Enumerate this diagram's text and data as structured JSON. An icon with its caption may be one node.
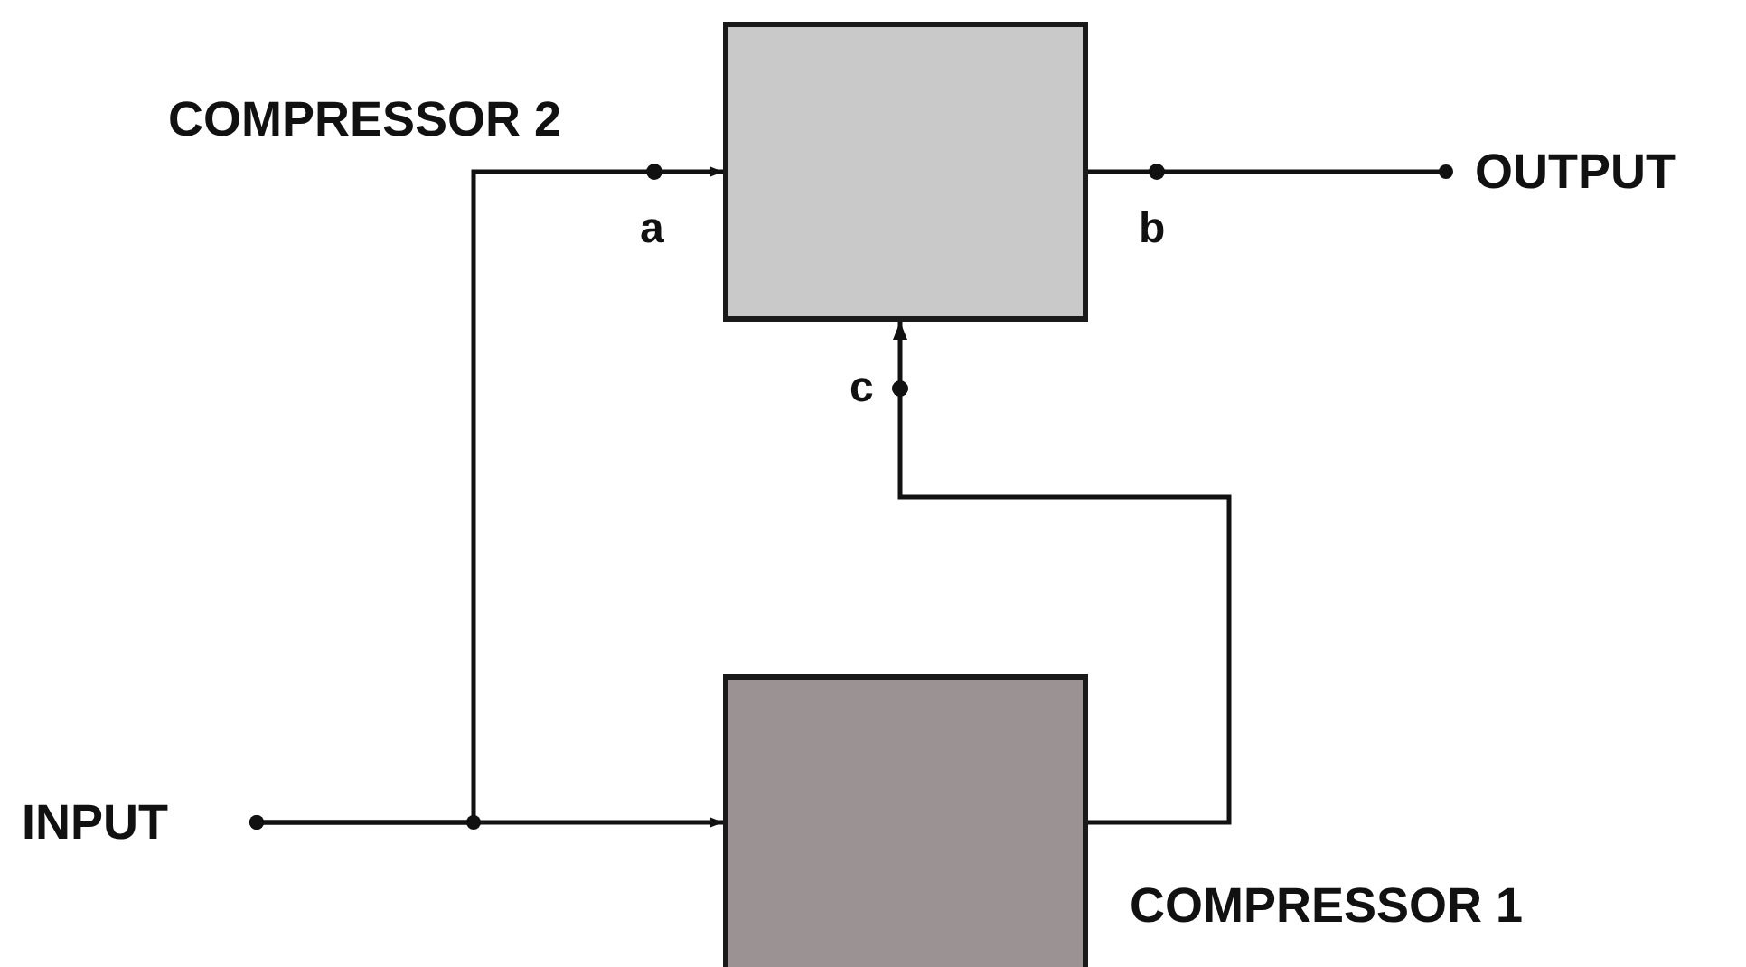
{
  "diagram": {
    "nodes": [
      {
        "text": [
          "COMPRESSOR 2"
        ]
      },
      {
        "text": [
          "COMPRESSOR 1"
        ]
      },
      {
        "text": [
          "INPUT"
        ]
      },
      {
        "text": [
          "OUTPUT"
        ]
      }
    ],
    "edges": [
      {
        "from": 2,
        "to": 1,
        "arrow": "to"
      },
      {
        "from": 2,
        "to": 0,
        "arrow": "to"
      },
      {
        "from": 1,
        "to": 0,
        "arrow": "to"
      },
      {
        "from": 0,
        "to": 3,
        "arrow": "other"
      }
    ],
    "labels": [
      "a",
      "b",
      "c"
    ]
  }
}
